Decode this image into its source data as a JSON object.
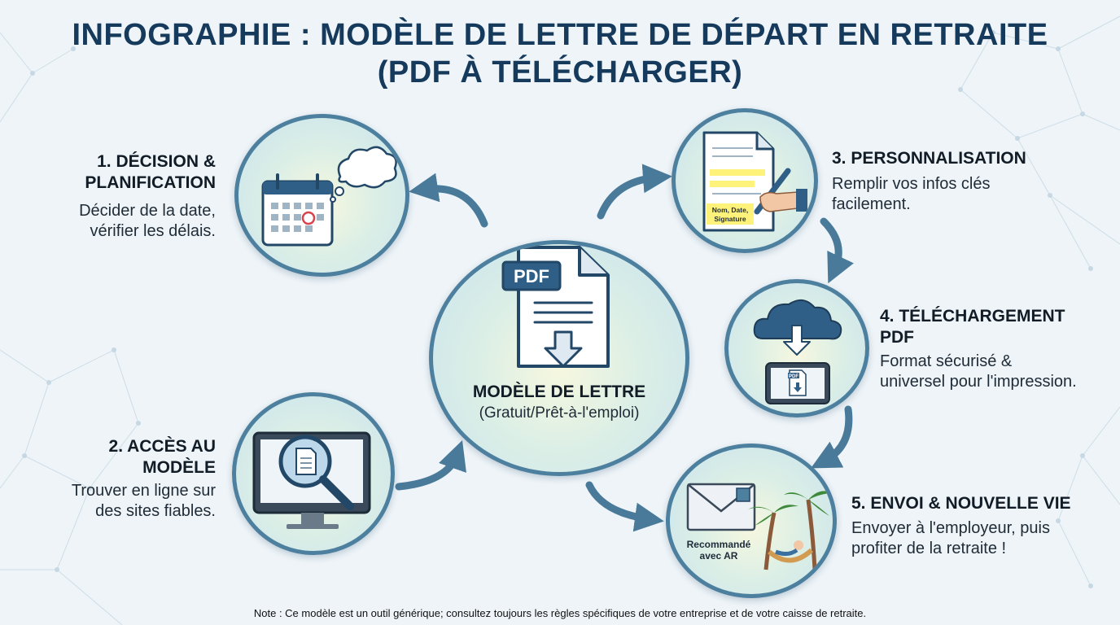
{
  "title": {
    "line1": "INFOGRAPHIE : MODÈLE DE LETTRE DE DÉPART EN RETRAITE",
    "line2": "(PDF À TÉLÉCHARGER)"
  },
  "center": {
    "pdf_label": "PDF",
    "title": "MODÈLE DE LETTRE",
    "subtitle": "(Gratuit/Prêt-à-l'emploi)"
  },
  "steps": [
    {
      "title_lines": [
        "1. DÉCISION &",
        "PLANIFICATION"
      ],
      "desc_lines": [
        "Décider de la date,",
        "vérifier les délais."
      ],
      "icon": "calendar-thought-icon"
    },
    {
      "title_lines": [
        "2. ACCÈS AU",
        "MODÈLE"
      ],
      "desc_lines": [
        "Trouver en ligne sur",
        "des sites fiables."
      ],
      "icon": "monitor-magnifier-icon"
    },
    {
      "title_lines": [
        "3. PERSONNALISATION"
      ],
      "desc_lines": [
        "Remplir vos infos clés",
        "facilement."
      ],
      "icon": "document-pen-icon",
      "icon_label_lines": [
        "Nom, Date,",
        "Signature"
      ]
    },
    {
      "title_lines": [
        "4. TÉLÉCHARGEMENT",
        "PDF"
      ],
      "desc_lines": [
        "Format sécurisé &",
        "universel pour l'impression."
      ],
      "icon": "cloud-download-tablet-icon",
      "icon_label": "PDF"
    },
    {
      "title_lines": [
        "5. ENVOI & NOUVELLE VIE"
      ],
      "desc_lines": [
        "Envoyer à l'employeur, puis",
        "profiter de la retraite !"
      ],
      "icon": "envelope-hammock-icon",
      "icon_label_lines": [
        "Recommandé",
        "avec AR"
      ]
    }
  ],
  "note": "Note : Ce modèle est un outil générique; consultez toujours les règles spécifiques de votre entreprise et de votre caisse de retraite.",
  "colors": {
    "title": "#163a5c",
    "circle_border": "#4d7f9e",
    "arrow": "#4a7a9a",
    "highlight": "#fff27a",
    "background": "#eef4f8"
  }
}
